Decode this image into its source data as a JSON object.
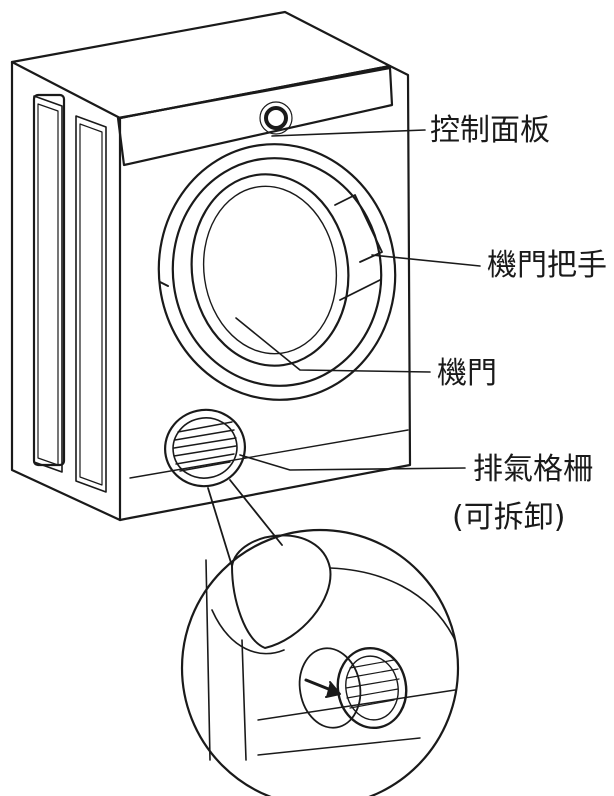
{
  "labels": {
    "control_panel": "控制面板",
    "door_handle": "機門把手",
    "door": "機門",
    "vent_grille": "排氣格柵",
    "removable_note": "(可拆卸)"
  },
  "colors": {
    "line": "#1a1a1a",
    "background": "#ffffff"
  }
}
